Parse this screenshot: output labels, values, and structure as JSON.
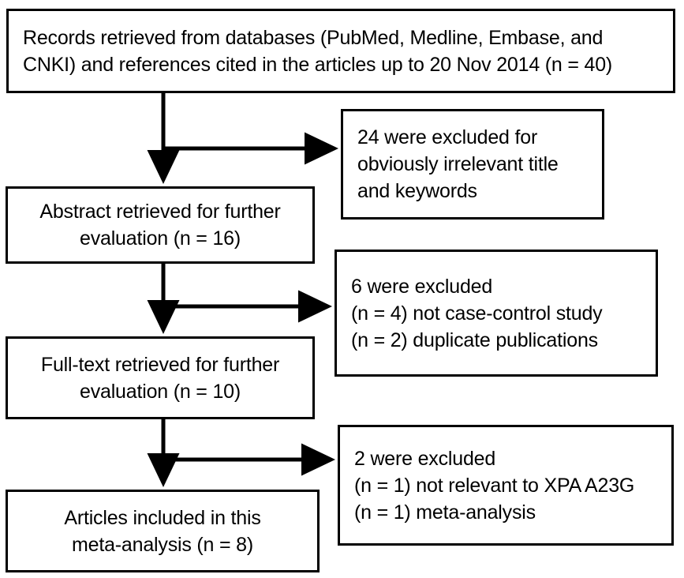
{
  "figure": {
    "type": "prisma-flow-diagram",
    "stroke_color": "#000000",
    "background_color": "#ffffff"
  },
  "nodes": {
    "records": {
      "name": "records-retrieved-box",
      "lines": [
        "Records retrieved from databases (PubMed, Medline, Embase, and",
        "CNKI) and references cited in the articles up to 20 Nov 2014 (n = 40)"
      ]
    },
    "abstract": {
      "name": "abstract-retrieved-box",
      "lines": [
        "Abstract retrieved for further",
        "evaluation (n = 16)"
      ]
    },
    "fulltext": {
      "name": "fulltext-retrieved-box",
      "lines": [
        "Full-text retrieved for further",
        "evaluation (n = 10)"
      ]
    },
    "included": {
      "name": "articles-included-box",
      "lines": [
        "Articles included in this",
        "meta-analysis (n = 8)"
      ]
    },
    "excluded_1": {
      "name": "excluded-title-keywords-box",
      "lines": [
        "24 were excluded for",
        "obviously irrelevant title",
        "and keywords"
      ]
    },
    "excluded_2": {
      "name": "excluded-abstract-stage-box",
      "lines": [
        "6 were excluded",
        "(n = 4) not case-control study",
        "(n = 2) duplicate publications"
      ]
    },
    "excluded_3": {
      "name": "excluded-fulltext-stage-box",
      "lines": [
        "2 were excluded",
        "(n = 1) not relevant to XPA A23G",
        "(n = 1) meta-analysis"
      ]
    }
  },
  "counts": {
    "retrieved": 40,
    "abstract_screened": 16,
    "fulltext_screened": 10,
    "included": 8,
    "excluded_at_title_keywords": 24,
    "excluded_at_abstract": 6,
    "excluded_not_case_control": 4,
    "excluded_duplicate": 2,
    "excluded_at_fulltext": 2,
    "excluded_not_relevant": 1,
    "excluded_meta_analysis": 1
  },
  "connectors": [
    {
      "name": "records-to-abstract",
      "kind": "vertical-arrow"
    },
    {
      "name": "records-to-excluded-1",
      "kind": "branch-right-arrow"
    },
    {
      "name": "abstract-to-fulltext",
      "kind": "vertical-arrow"
    },
    {
      "name": "abstract-to-excluded-2",
      "kind": "branch-right-arrow"
    },
    {
      "name": "fulltext-to-included",
      "kind": "vertical-arrow"
    },
    {
      "name": "fulltext-to-excluded-3",
      "kind": "branch-right-arrow"
    }
  ]
}
